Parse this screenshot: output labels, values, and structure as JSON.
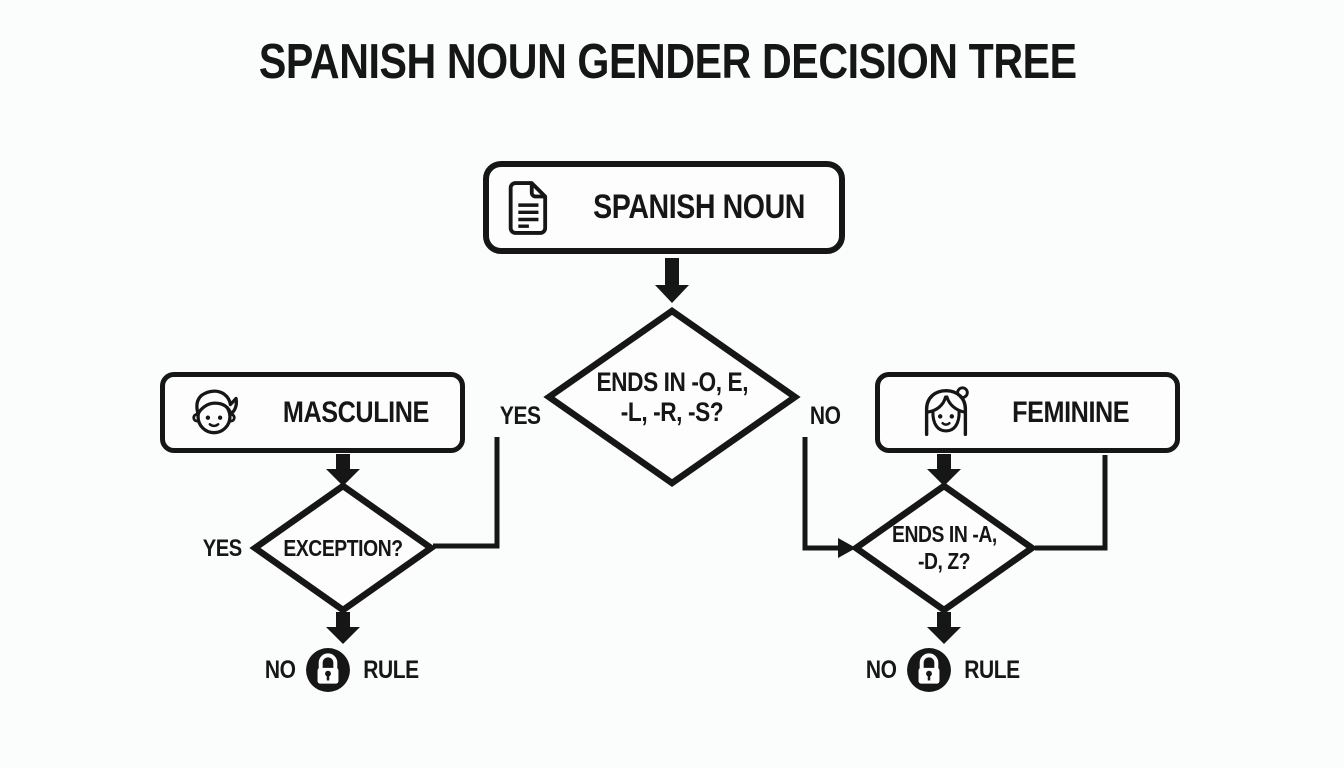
{
  "title": "SPANISH NOUN GENDER DECISION TREE",
  "colors": {
    "ink": "#161616",
    "background": "#fbfcfc"
  },
  "nodes": {
    "start": {
      "label": "SPANISH NOUN",
      "icon": "document-icon"
    },
    "root_decision": {
      "line1": "ENDS IN -O, E,",
      "line2": "-L, -R, -S?"
    },
    "masculine": {
      "label": "MASCULINE",
      "icon": "boy-face-icon"
    },
    "feminine": {
      "label": "FEMININE",
      "icon": "girl-face-icon"
    },
    "exception_decision": {
      "label": "EXCEPTION?"
    },
    "feminine_endings_decision": {
      "line1": "ENDS IN -A,",
      "line2": "-D, Z?"
    },
    "masculine_rule": {
      "no": "NO",
      "rule": "RULE",
      "icon": "padlock-icon"
    },
    "feminine_rule": {
      "no": "NO",
      "rule": "RULE",
      "icon": "padlock-icon"
    }
  },
  "edges": {
    "root_yes": "YES",
    "root_no": "NO",
    "exception_yes": "YES"
  }
}
